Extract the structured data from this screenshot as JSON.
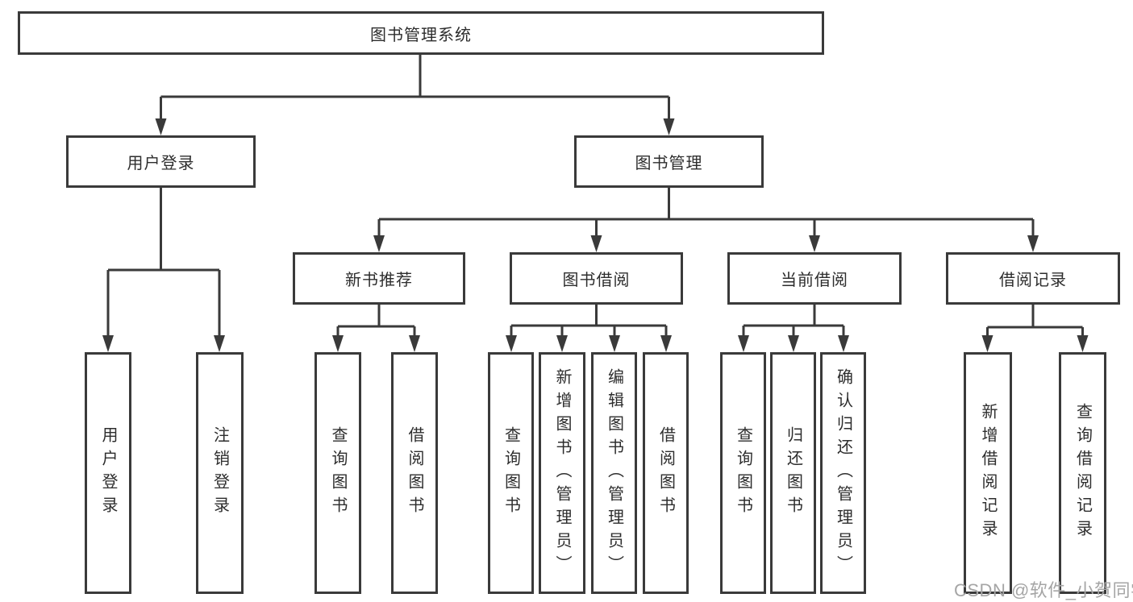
{
  "tree": {
    "label": "图书管理系统",
    "children": [
      {
        "label": "用户登录",
        "children": [
          {
            "label": "用户登录"
          },
          {
            "label": "注销登录"
          }
        ]
      },
      {
        "label": "图书管理",
        "children": [
          {
            "label": "新书推荐",
            "children": [
              {
                "label": "查询图书"
              },
              {
                "label": "借阅图书"
              }
            ]
          },
          {
            "label": "图书借阅",
            "children": [
              {
                "label": "查询图书"
              },
              {
                "label": "新增图书（管理员）"
              },
              {
                "label": "编辑图书（管理员）"
              },
              {
                "label": "借阅图书"
              }
            ]
          },
          {
            "label": "当前借阅",
            "children": [
              {
                "label": "查询图书"
              },
              {
                "label": "归还图书"
              },
              {
                "label": "确认归还（管理员）"
              }
            ]
          },
          {
            "label": "借阅记录",
            "children": [
              {
                "label": "新增借阅记录"
              },
              {
                "label": "查询借阅记录"
              }
            ]
          }
        ]
      }
    ]
  },
  "watermark": {
    "text": "CSDN @软件_小贺同学"
  },
  "colors": {
    "line": "#3a3a3a",
    "text": "#2d2d2d",
    "background": "#ffffff",
    "watermark": "#a5a5a5"
  }
}
